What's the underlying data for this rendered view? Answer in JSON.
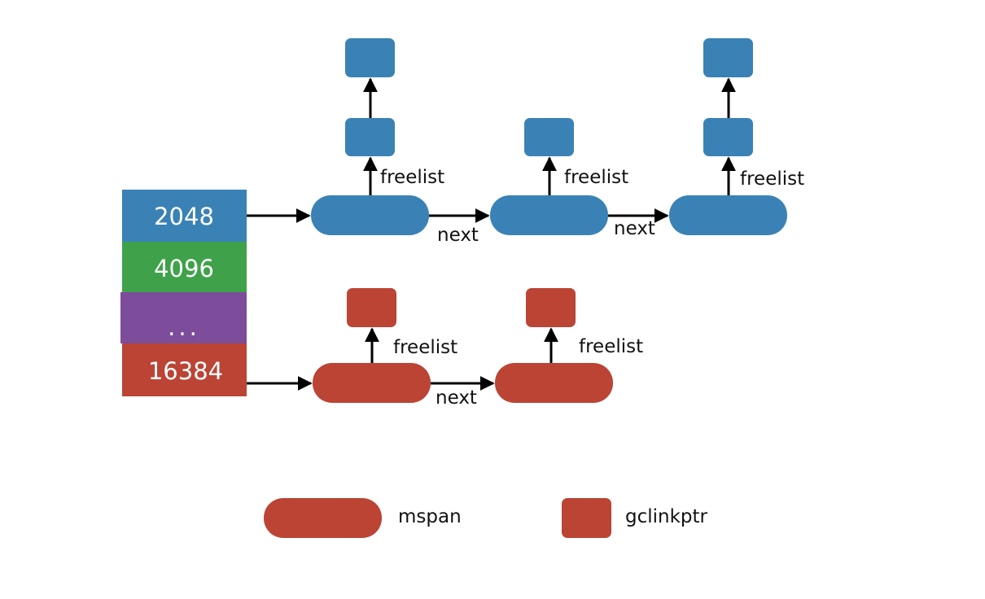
{
  "colors": {
    "blue": "#3a82b5",
    "green": "#3fa24a",
    "purple": "#7d4c9a",
    "red": "#bb4435",
    "arrow": "#000000",
    "label": "#111111",
    "cell_text": "#ffffff"
  },
  "size_classes": [
    {
      "label": "2048",
      "color": "blue"
    },
    {
      "label": "4096",
      "color": "green"
    },
    {
      "label": "...",
      "color": "purple"
    },
    {
      "label": "16384",
      "color": "red"
    }
  ],
  "edge_labels": {
    "freelist": "freelist",
    "next": "next"
  },
  "legend": {
    "mspan_label": "mspan",
    "gclinkptr_label": "gclinkptr"
  }
}
